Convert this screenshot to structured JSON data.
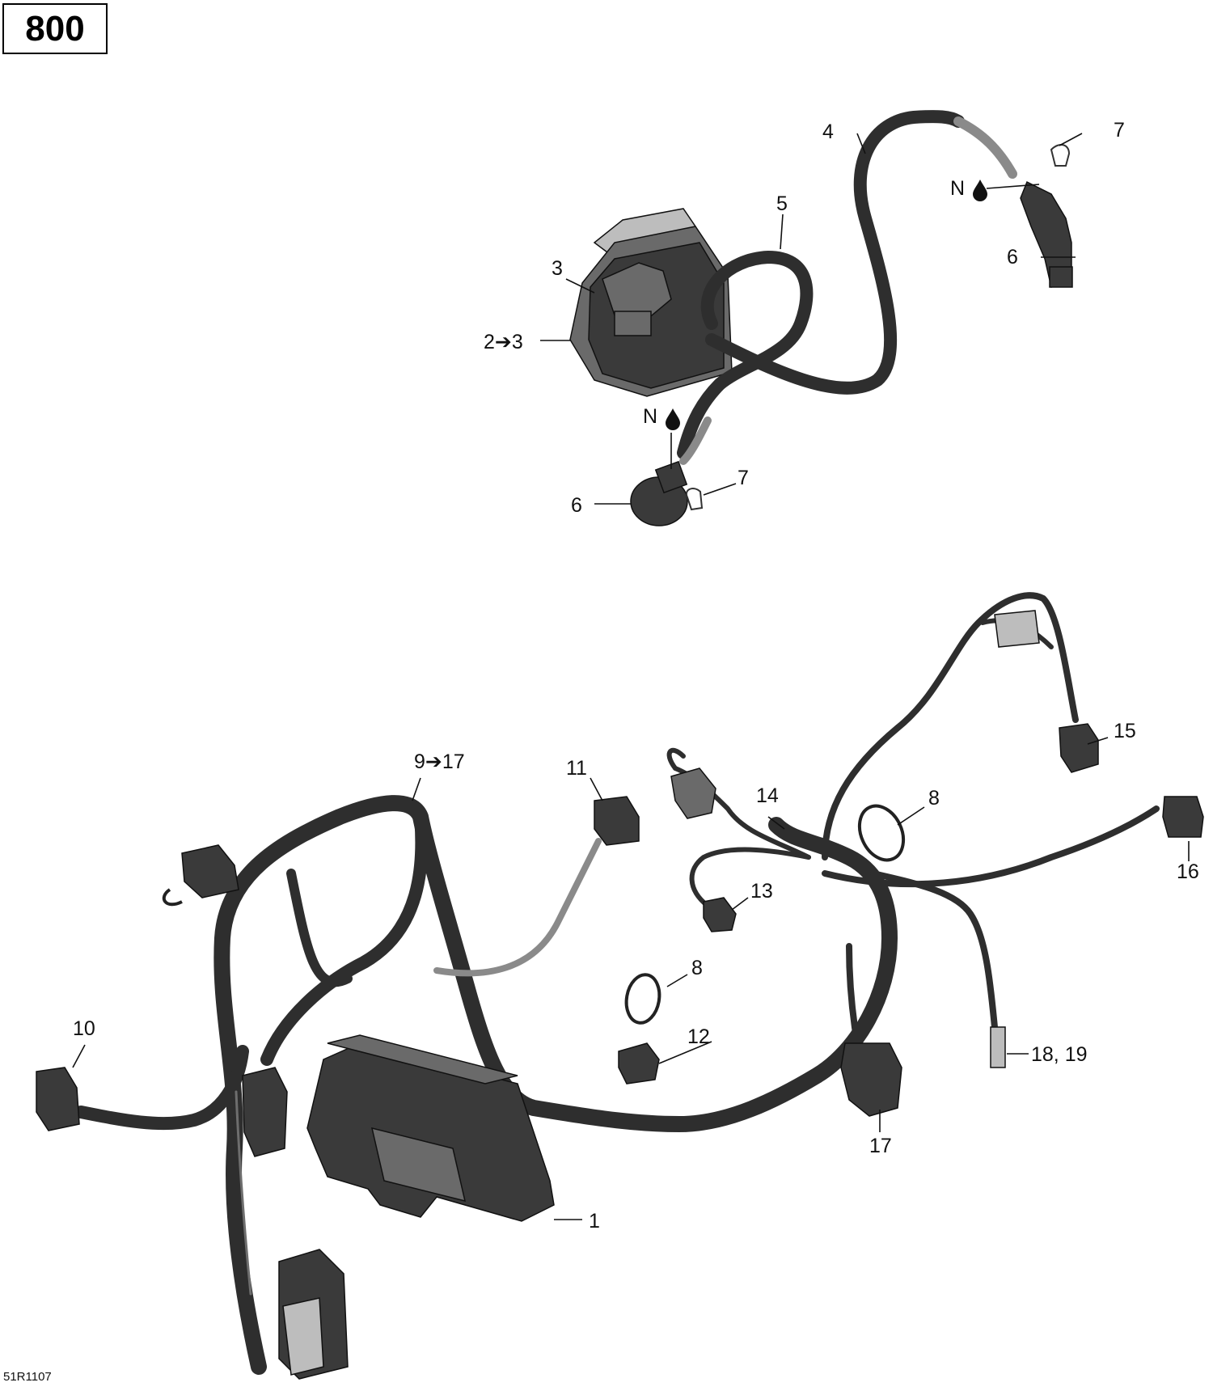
{
  "model_box": "800",
  "ref_code": "51R1107",
  "callouts": {
    "c1": "1",
    "c2_3": "2➔3",
    "c3": "3",
    "c4": "4",
    "c5": "5",
    "c6_top": "6",
    "c6_bottom": "6",
    "c7_top": "7",
    "c7_bottom": "7",
    "c8_upper": "8",
    "c8_lower": "8",
    "c9_17": "9➔17",
    "c10": "10",
    "c11": "11",
    "c12": "12",
    "c13": "13",
    "c14": "14",
    "c15": "15",
    "c16": "16",
    "c17": "17",
    "c18_19": "18, 19",
    "n_top": "N",
    "n_bottom": "N"
  },
  "icons": {
    "oil_drop": "oil-drop-icon"
  }
}
